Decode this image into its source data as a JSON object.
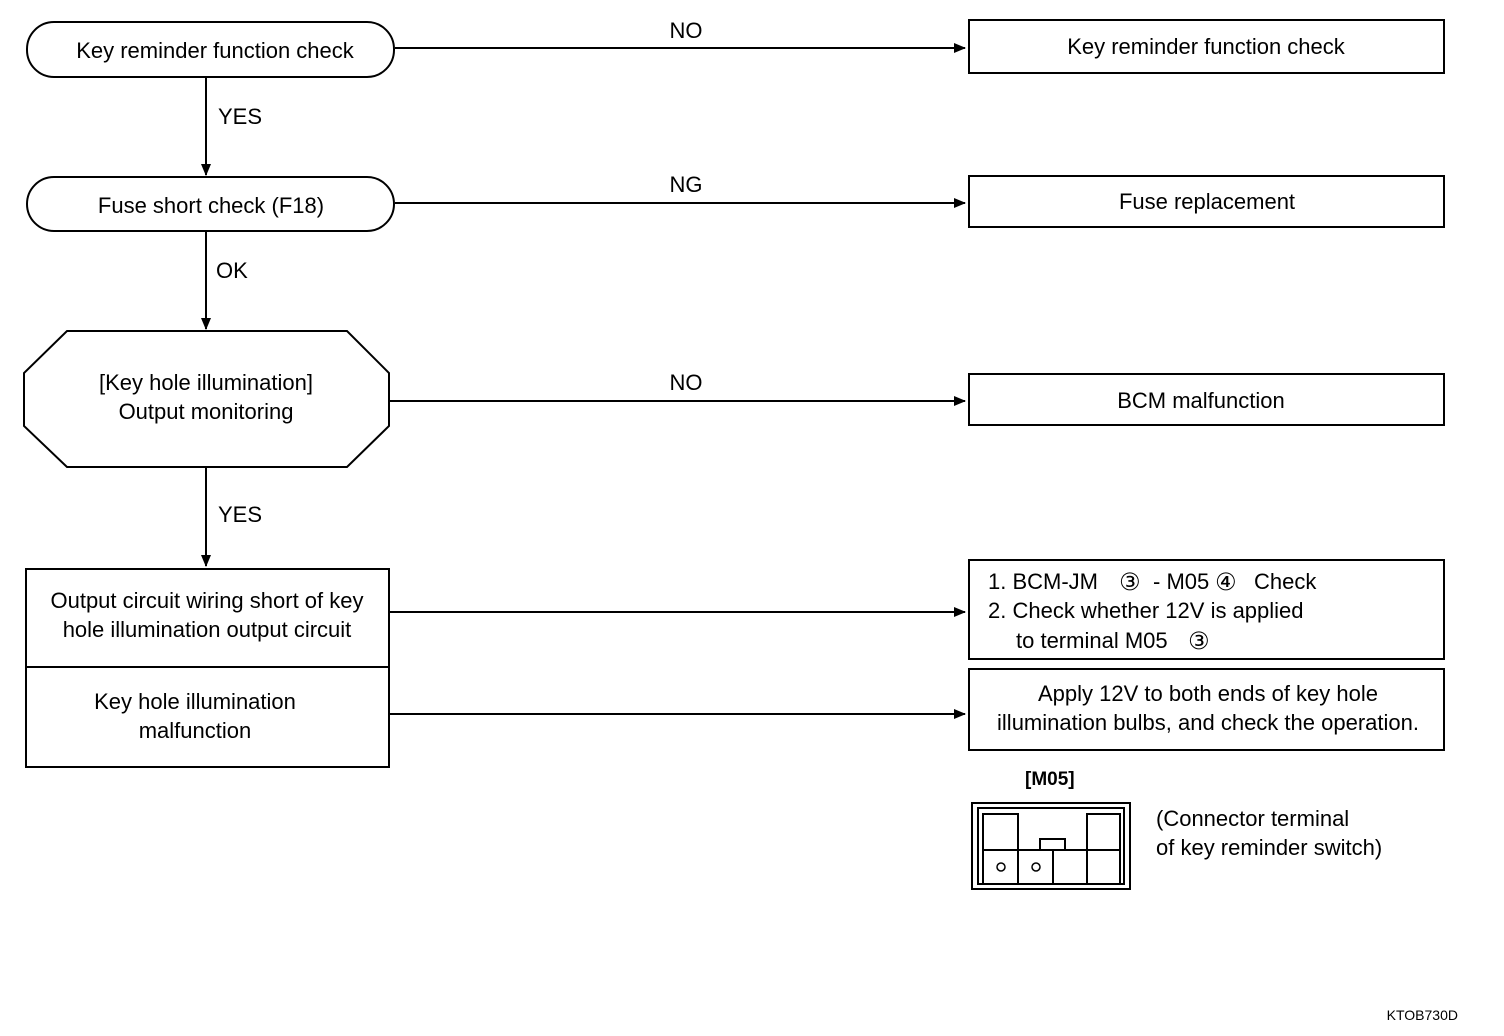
{
  "nodes": {
    "start": "Key reminder function check",
    "fuse": "Fuse short check (F18)",
    "monitor_line1": "[Key hole illumination]",
    "monitor_line2": "Output monitoring",
    "output_line1": "Output circuit wiring short of key",
    "output_line2": "hole illumination output circuit",
    "keyhole_line1": "Key hole illumination",
    "keyhole_line2": "malfunction"
  },
  "results": {
    "r1": "Key reminder function check",
    "r2": "Fuse replacement",
    "r3": "BCM malfunction",
    "r4_line1_a": "1. BCM-JM",
    "r4_circ1": "③",
    "r4_line1_b": "- M05",
    "r4_circ2": "④",
    "r4_line1_c": "Check",
    "r4_line2": "2. Check whether 12V is applied",
    "r4_line3_a": "to terminal M05",
    "r4_circ3": "③",
    "r5_line1": "Apply 12V to both ends of key hole",
    "r5_line2": "illumination bulbs, and check the operation."
  },
  "edges": {
    "e1": "NO",
    "e2": "NG",
    "e3": "NO",
    "v1": "YES",
    "v2": "OK",
    "v3": "YES"
  },
  "connector": {
    "label": "[M05]",
    "caption_line1": "(Connector terminal",
    "caption_line2": "of key reminder switch)"
  },
  "figure_code": "KTOB730D"
}
